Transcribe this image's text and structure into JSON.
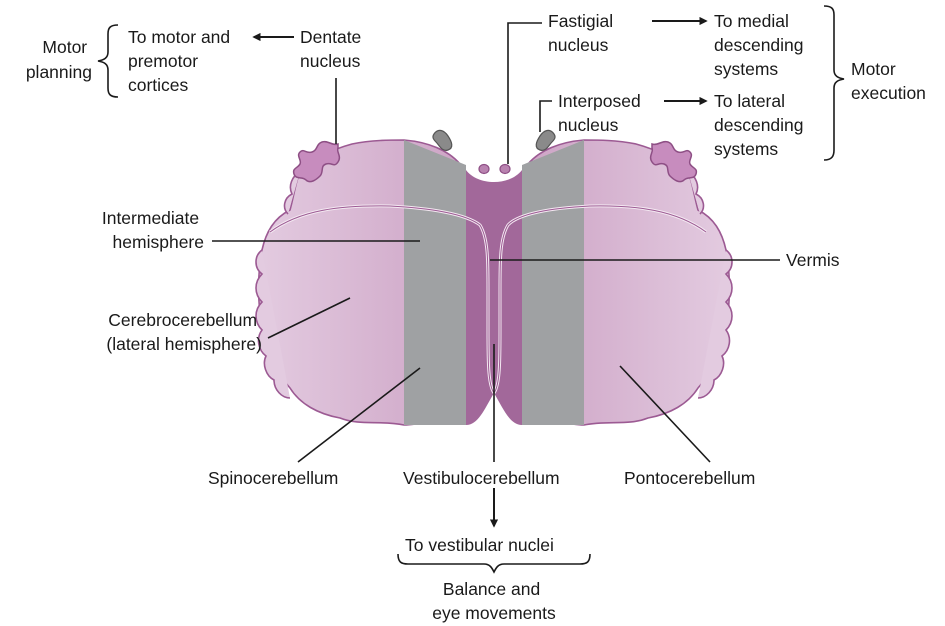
{
  "labels": {
    "motor_planning": [
      "Motor",
      "planning"
    ],
    "to_motor_cortices": [
      "To motor and",
      "premotor",
      "cortices"
    ],
    "dentate_nucleus": [
      "Dentate",
      "nucleus"
    ],
    "fastigial_nucleus": [
      "Fastigial",
      "nucleus"
    ],
    "to_medial_descending": [
      "To medial",
      "descending",
      "systems"
    ],
    "interposed_nucleus": [
      "Interposed",
      "nucleus"
    ],
    "to_lateral_descending": [
      "To lateral",
      "descending",
      "systems"
    ],
    "motor_execution": [
      "Motor",
      "execution"
    ],
    "intermediate_hemisphere": [
      "Intermediate",
      "hemisphere"
    ],
    "vermis": "Vermis",
    "cerebrocerebellum": [
      "Cerebrocerebellum",
      "(lateral hemisphere)"
    ],
    "spinocerebellum": "Spinocerebellum",
    "vestibulocerebellum": "Vestibulocerebellum",
    "pontocerebellum": "Pontocerebellum",
    "to_vestibular_nuclei": "To vestibular nuclei",
    "balance_eye_movements": [
      "Balance and",
      "eye movements"
    ]
  },
  "colors": {
    "hemisphere_light": "#d9b8d3",
    "hemisphere_mid": "#c89abf",
    "outline": "#9c5a93",
    "spinocerebellum_gray": "#9fa1a3",
    "vermis": "#a2689a",
    "nucleus_purple": "#b983b0",
    "nucleus_gray": "#8a8a8a"
  }
}
